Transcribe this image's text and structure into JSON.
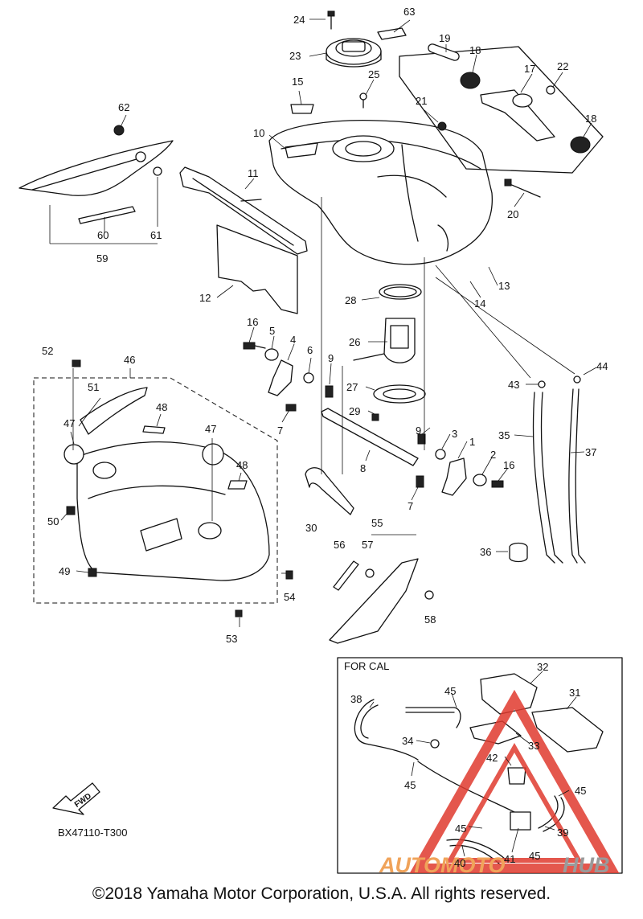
{
  "diagram": {
    "code": "BX47110-T300",
    "fwd": "FWD",
    "for_cal": "FOR CAL",
    "watermark": {
      "text_a": "AUTOMOTO",
      "text_b": "HUB"
    },
    "copyright": "©2018 Yamaha Motor Corporation, U.S.A. All rights reserved.",
    "callouts": [
      "1",
      "2",
      "3",
      "4",
      "5",
      "6",
      "7",
      "7",
      "8",
      "9",
      "9",
      "10",
      "11",
      "12",
      "13",
      "14",
      "15",
      "16",
      "16",
      "17",
      "18",
      "18",
      "19",
      "20",
      "21",
      "22",
      "23",
      "24",
      "25",
      "26",
      "27",
      "28",
      "29",
      "30",
      "31",
      "32",
      "33",
      "34",
      "35",
      "36",
      "37",
      "38",
      "39",
      "40",
      "41",
      "42",
      "43",
      "44",
      "45",
      "45",
      "45",
      "45",
      "45",
      "46",
      "47",
      "47",
      "48",
      "48",
      "49",
      "50",
      "51",
      "52",
      "53",
      "54",
      "55",
      "56",
      "57",
      "58",
      "59",
      "60",
      "61",
      "62",
      "63"
    ]
  },
  "colors": {
    "line": "#111111",
    "watermark_red": "#e03a2e",
    "watermark_orange": "#f0a35a",
    "watermark_gray": "#9a9a9a"
  }
}
